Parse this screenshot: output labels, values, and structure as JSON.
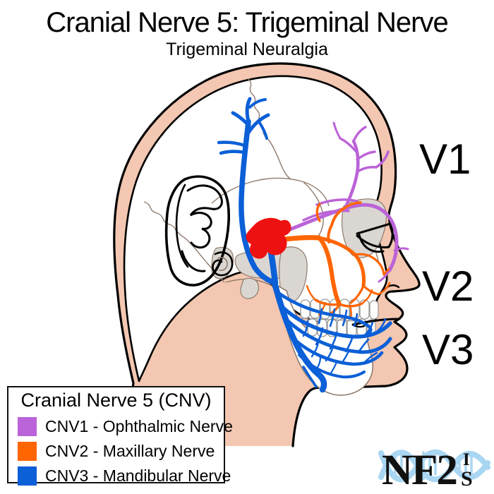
{
  "title": "Cranial Nerve 5: Trigeminal Nerve",
  "subtitle": "Trigeminal Neuralgia",
  "branch_labels": {
    "v1": "V1",
    "v2": "V2",
    "v3": "V3"
  },
  "legend": {
    "title": "Cranial Nerve 5 (CNV)",
    "items": [
      {
        "key": "v1",
        "label": "CNV1 - Ophthalmic Nerve"
      },
      {
        "key": "v2",
        "label": "CNV2 - Maxillary Nerve"
      },
      {
        "key": "v3",
        "label": "CNV3 - Mandibular Nerve"
      }
    ]
  },
  "logo": {
    "text": "NF2",
    "suffix_top": "I",
    "suffix_bottom": "S"
  },
  "colors": {
    "v1": "#BB63D8",
    "v2": "#FF6501",
    "v3": "#0B5FD7",
    "ganglion": "#EE1111",
    "skin": "#F3C7B1",
    "boneLine": "#8F7A6C",
    "boneShade": "#DAD6D1",
    "outline": "#000000",
    "dna": "#A9D6F2",
    "logoText": "#111111"
  }
}
